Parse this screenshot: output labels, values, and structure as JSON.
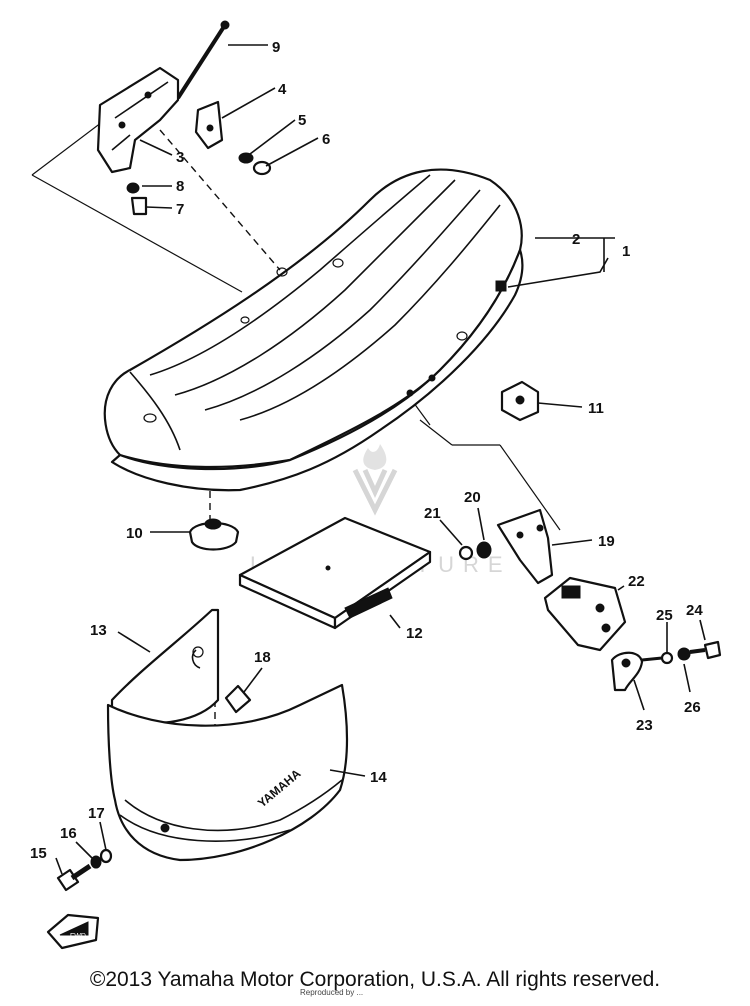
{
  "copyright": "©2013 Yamaha Motor Corporation, U.S.A. All rights reserved.",
  "small_print": "Reproduced by ...",
  "watermark": "LEADVENTURE",
  "seat_cover_brand": "YAMAHA",
  "front_marker": "FWD",
  "callouts": [
    "1",
    "2",
    "3",
    "4",
    "5",
    "6",
    "7",
    "8",
    "9",
    "10",
    "11",
    "12",
    "13",
    "14",
    "15",
    "16",
    "17",
    "18",
    "19",
    "20",
    "21",
    "22",
    "23",
    "24",
    "25",
    "26"
  ]
}
